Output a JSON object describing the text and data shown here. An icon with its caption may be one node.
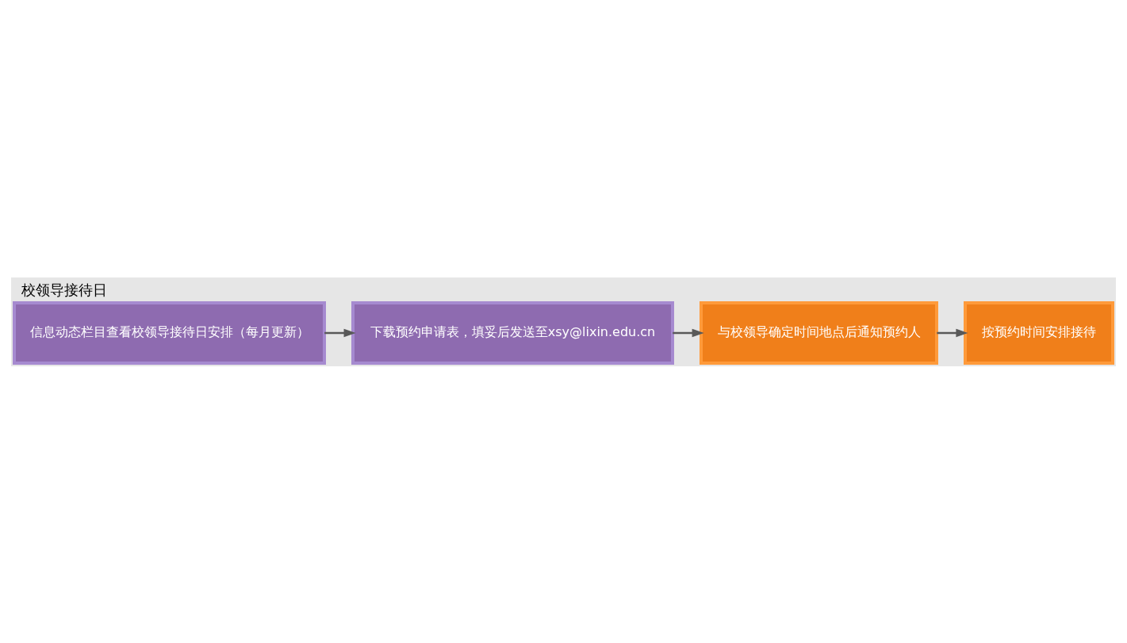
{
  "diagram": {
    "title": "校领导接待日",
    "nodes": [
      {
        "text": [
          "信息动态栏目查看校领导接待日安排（每月更新）"
        ]
      },
      {
        "text": [
          "下载预约申请表，填妥后发送至xsy@lixin.edu.cn"
        ]
      },
      {
        "text": [
          "与校领导确定时间地点后通知预约人"
        ]
      },
      {
        "text": [
          "按预约时间安排接待"
        ]
      }
    ],
    "edges": [
      {
        "from": 0,
        "to": 1,
        "arrow": "to"
      },
      {
        "from": 1,
        "to": 2,
        "arrow": "to"
      },
      {
        "from": 2,
        "to": 3,
        "arrow": "to"
      }
    ]
  }
}
